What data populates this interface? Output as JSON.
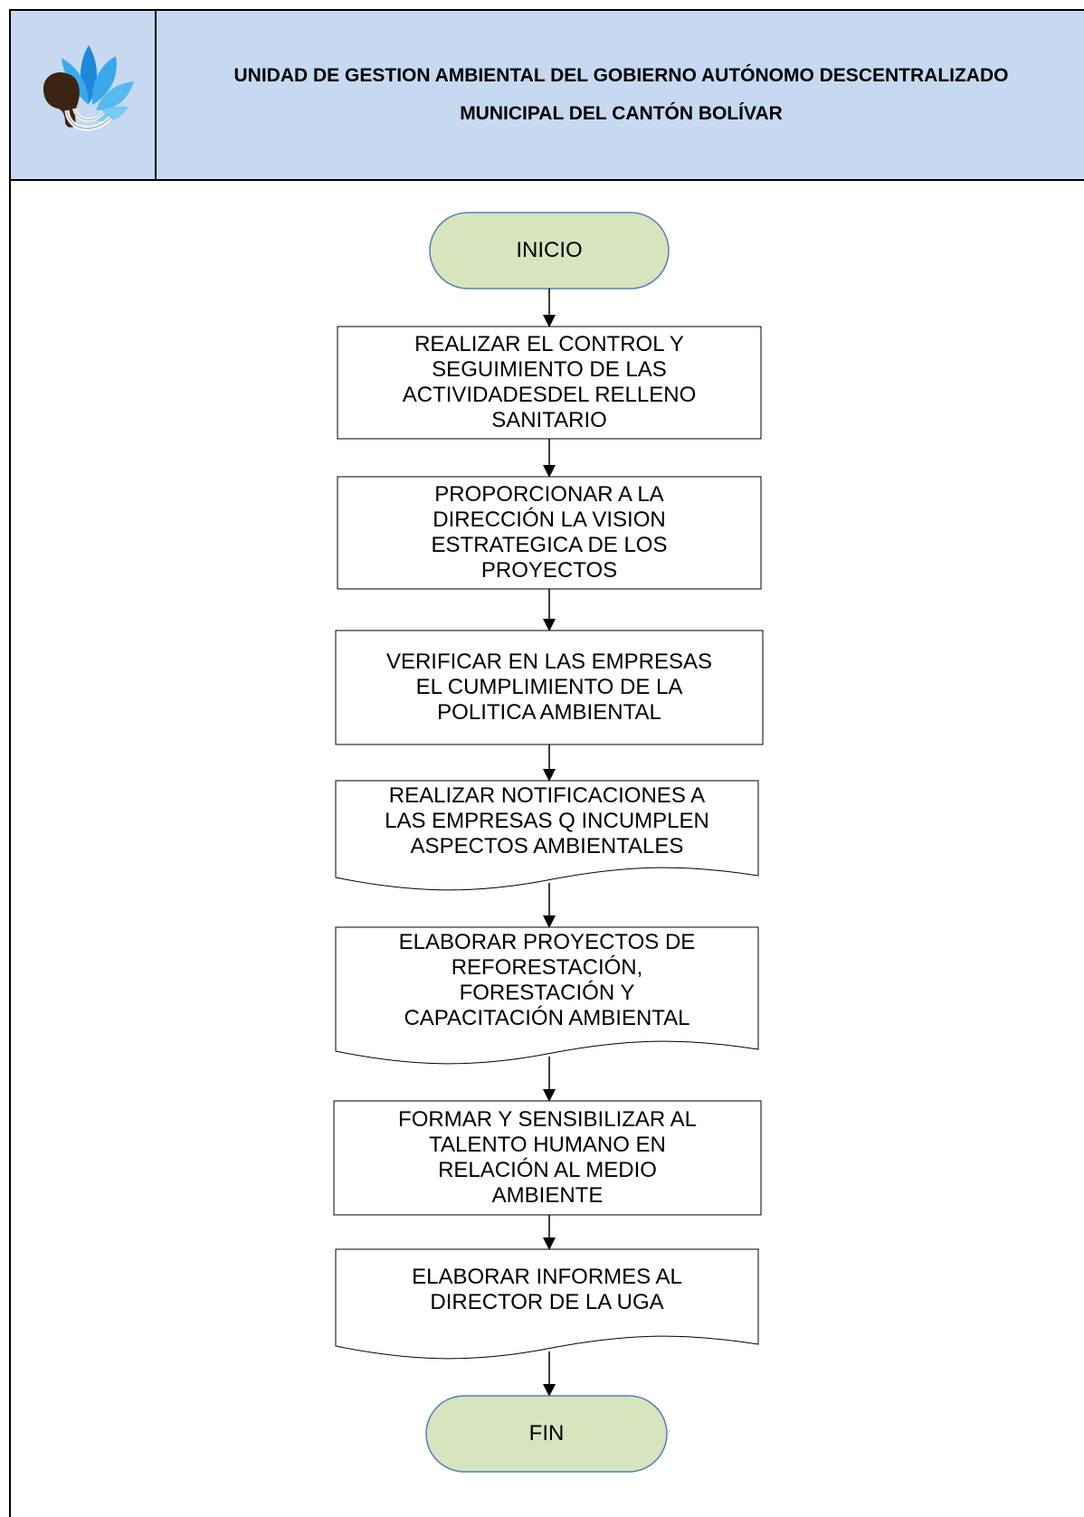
{
  "header": {
    "title_line1": "UNIDAD DE GESTION AMBIENTAL DEL GOBIERNO AUTÓNOMO DESCENTRALIZADO",
    "title_line2": "MUNICIPAL DEL CANTÓN BOLÍVAR",
    "logo_icon": "lotus-mammoth-logo-icon",
    "background": "#c6d9f1"
  },
  "flow": {
    "terminal_fill": "#d7e4bd",
    "start": "INICIO",
    "steps": [
      "REALIZAR EL CONTROL Y\nSEGUIMIENTO DE LAS\nACTIVIDADESDEL RELLENO\nSANITARIO",
      "PROPORCIONAR A LA\nDIRECCIÓN  LA VISION\nESTRATEGICA DE LOS\nPROYECTOS",
      "VERIFICAR EN LAS EMPRESAS\nEL CUMPLIMIENTO DE LA\nPOLITICA AMBIENTAL",
      "REALIZAR NOTIFICACIONES A\nLAS EMPRESAS Q INCUMPLEN\nASPECTOS AMBIENTALES",
      "ELABORAR PROYECTOS DE\nREFORESTACIÓN,\nFORESTACIÓN Y\nCAPACITACIÓN AMBIENTAL",
      "FORMAR Y SENSIBILIZAR AL\nTALENTO HUMANO EN\nRELACIÓN AL MEDIO\nAMBIENTE",
      "ELABORAR INFORMES AL\nDIRECTOR DE LA UGA"
    ],
    "end": "FIN"
  }
}
